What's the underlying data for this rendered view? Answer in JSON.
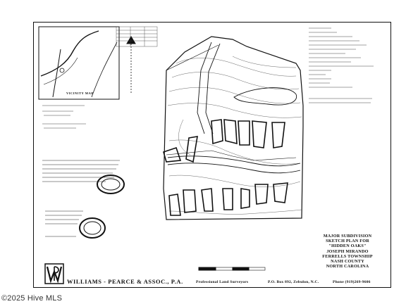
{
  "title_block": {
    "line1": "MAJOR SUBDIVISION",
    "line2": "SKETCH PLAN FOR",
    "line3": "\"HIDDEN OAKS\"",
    "line4": "JOSEPH MIRANDO",
    "line5": "FERRELLS TOWNSHIP",
    "line6": "NASH COUNTY",
    "line7": "NORTH CAROLINA"
  },
  "footer": {
    "firm_name": "WILLIAMS  -  PEARCE & ASSOC., P.A.",
    "tagline": "Professional Land Surveyors",
    "address": "P.O. Box 892, Zebulon, N.C.",
    "phone": "Phone (919)269-9606"
  },
  "vicinity_map": {
    "label": "VICINITY  MAP"
  },
  "watermark": "©2025 Hive MLS",
  "colors": {
    "ink": "#111111",
    "paper": "#ffffff"
  }
}
